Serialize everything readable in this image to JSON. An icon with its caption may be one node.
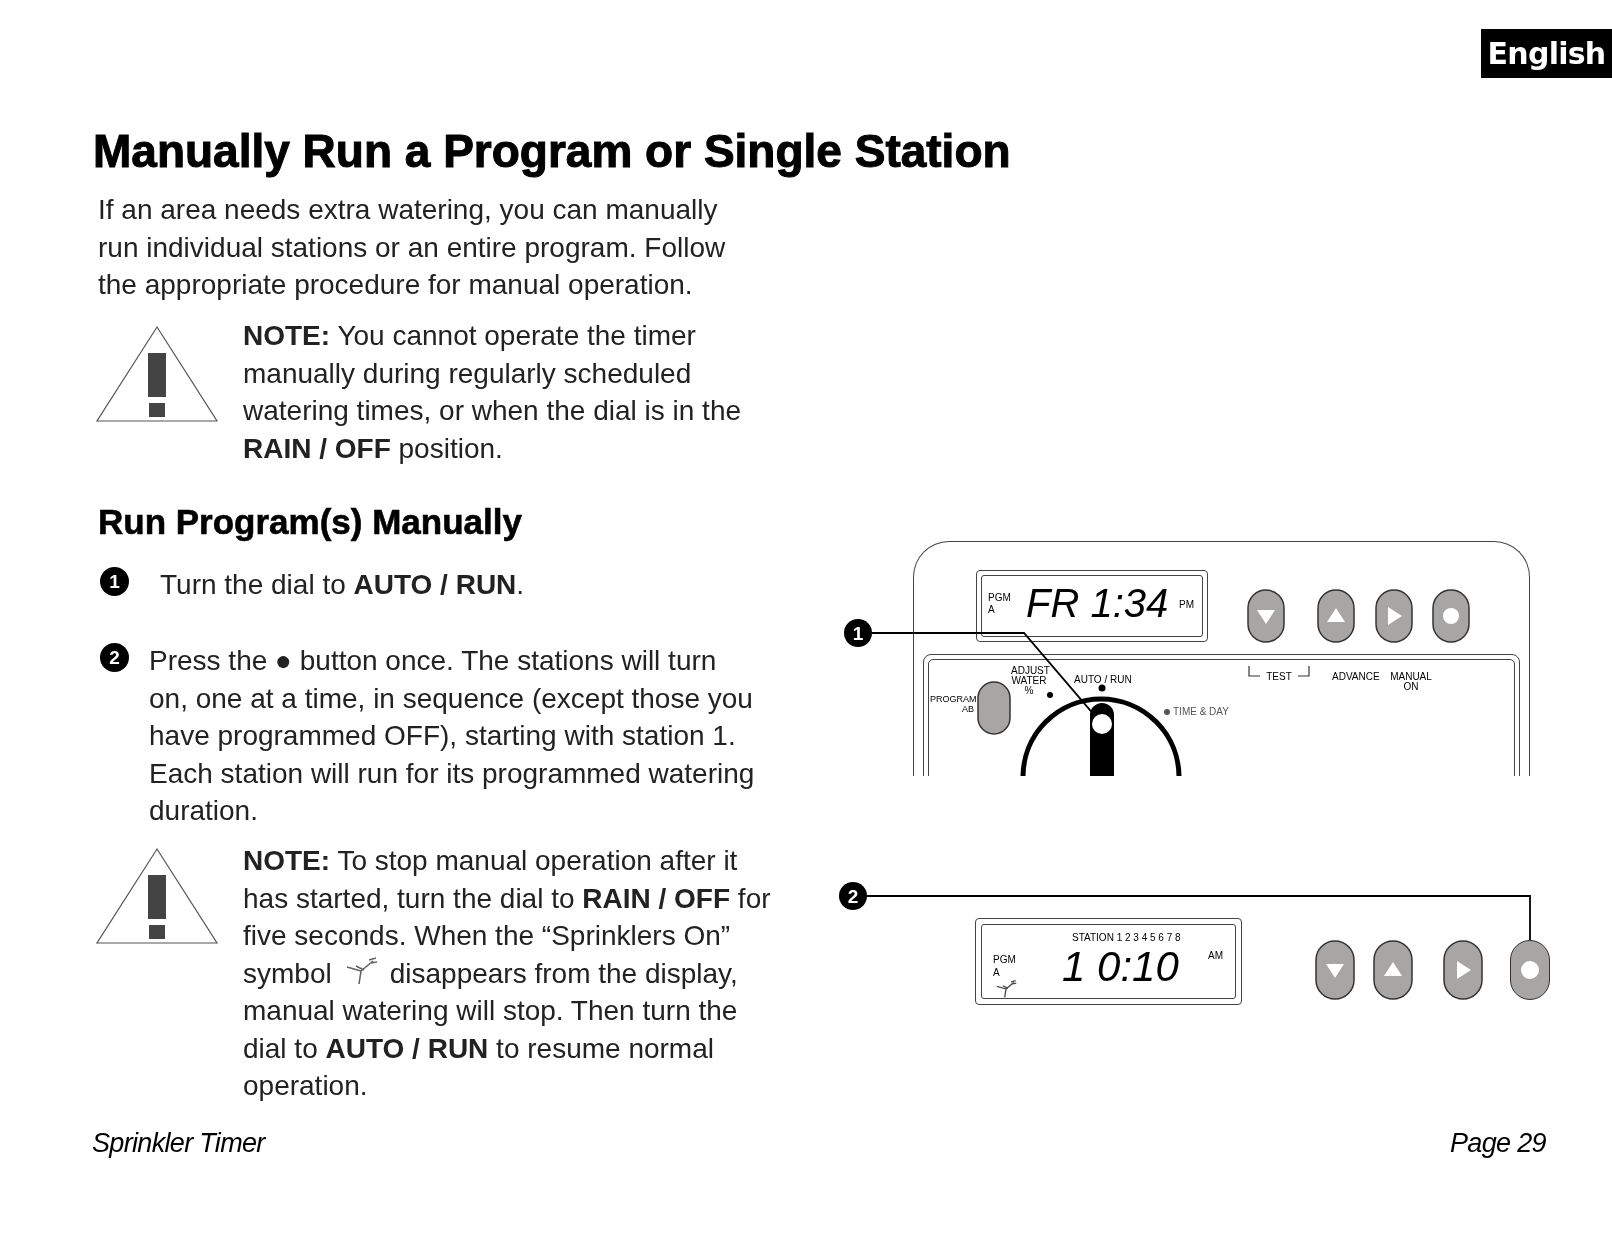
{
  "diagram": {
    "title": "Manually Run a Program or Single Station",
    "nodes": [
      {
        "text": [
          "1"
        ]
      },
      {
        "text": [
          "1"
        ]
      },
      {
        "text": [],
        "shape": "circle"
      },
      {
        "text": [
          "2"
        ]
      },
      {
        "text": [
          "2"
        ]
      },
      {
        "text": [],
        "shape": "circle"
      }
    ],
    "edges": [
      {
        "from": 1,
        "to": 2,
        "arrow": "none"
      },
      {
        "from": 4,
        "to": 5,
        "arrow": "none"
      }
    ],
    "labels": [
      "English",
      "If an area needs extra watering, you can manually run individual stations or an entire program. Follow the appropriate procedure for manual operation.",
      "**NOTE:** You cannot operate the timer manually during regularly scheduled watering times, or when the dial is in the **RAIN / OFF** position.",
      "Run Program(s) Manually",
      "Turn the dial to **AUTO / RUN**.",
      "Press the ● button once. The stations will turn on, one at a time, in sequence (except those you have programmed OFF), starting with station 1. Each station will run for its programmed watering duration.",
      "**NOTE:** To stop manual operation after it has started, turn the dial to **RAIN / OFF** for five seconds. When the “Sprinklers On” symbol",
      "disappears from the display, manual watering will stop. Then turn the dial to **AUTO / RUN** to resume normal operation.",
      "PGM",
      "A",
      "FR 1:34",
      "PM",
      "PROGRAM AB",
      "ADJUST WATER %",
      "AUTO / RUN",
      "TIME & DAY",
      "TEST",
      "ADVANCE",
      "MANUAL ON",
      "STATION 1 2 3 4 5 6 7 8",
      "PGM",
      "A",
      "1 0:10",
      "AM",
      "Sprinkler Timer",
      "Page 29"
    ]
  }
}
